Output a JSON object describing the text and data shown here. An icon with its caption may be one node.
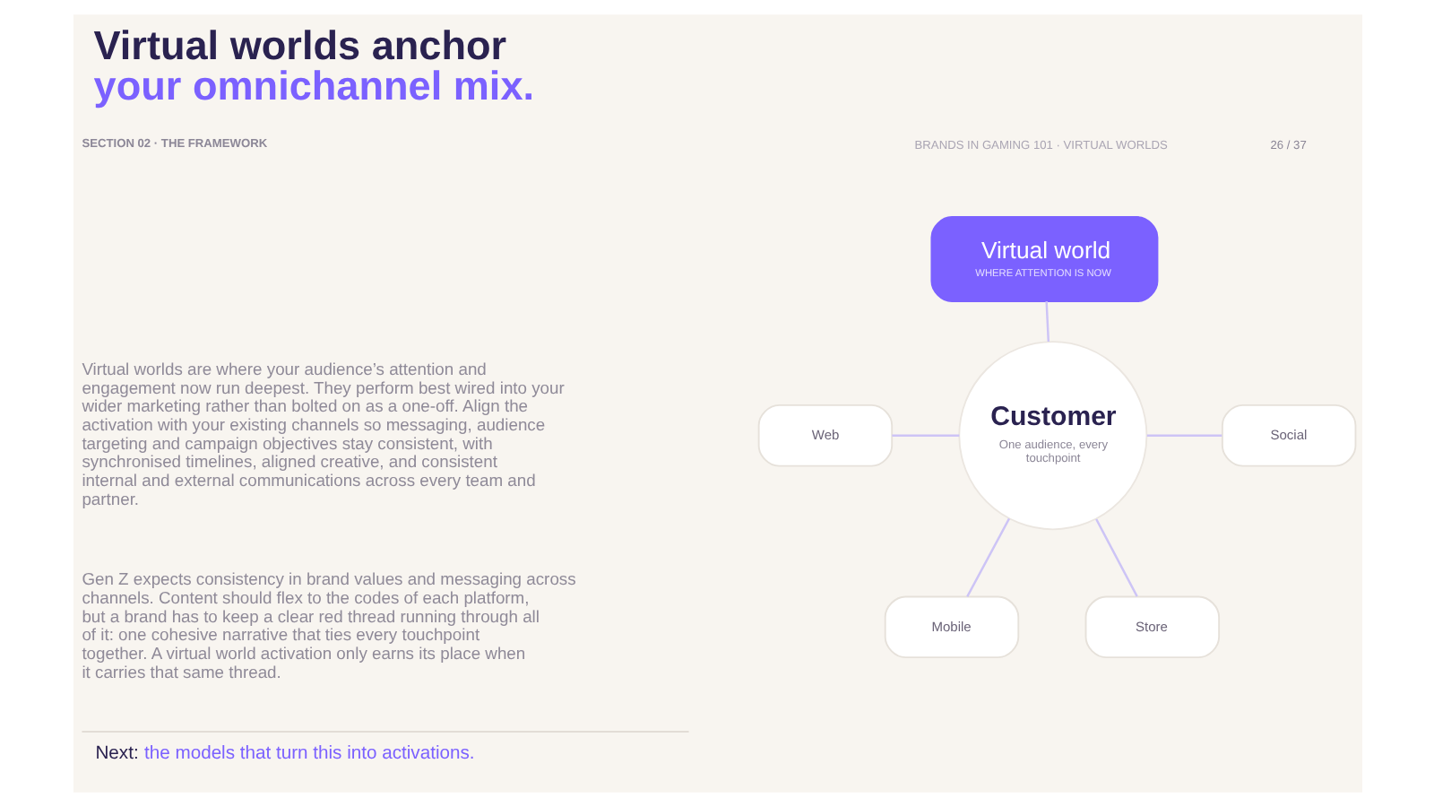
{
  "diagram": {
    "title": "Virtual worlds anchor your omnichannel mix.",
    "nodes": [
      {
        "text": [
          "Virtual world",
          "WHERE ATTENTION IS NOW"
        ]
      },
      {
        "text": [
          "Web"
        ]
      },
      {
        "text": [
          "Customer",
          "One audience, every touchpoint"
        ]
      },
      {
        "text": [
          "Social"
        ]
      },
      {
        "text": [
          "Mobile"
        ]
      },
      {
        "text": [
          "Store"
        ]
      }
    ],
    "edges": [
      {
        "from": 0,
        "to": 2,
        "arrow": "none"
      },
      {
        "from": 1,
        "to": 2,
        "arrow": "none"
      },
      {
        "from": 2,
        "to": 3,
        "arrow": "none"
      },
      {
        "from": 2,
        "to": 4,
        "arrow": "none"
      },
      {
        "from": 2,
        "to": 5,
        "arrow": "none"
      }
    ],
    "labels": [
      "SECTION 02 · THE FRAMEWORK",
      "BRANDS IN GAMING 101 · VIRTUAL WORLDS",
      "26 / 37",
      "Virtual worlds are where your audience’s attention and engagement now run deepest. They perform best wired into your wider marketing rather than bolted on as a one-off. Align the activation with your existing channels so messaging, audience targeting and campaign objectives stay consistent, with synchronised timelines, aligned creative, and consistent internal and external communications across every team and partner.",
      "Gen Z expects consistency in brand values and messaging across channels. Content should flex to the codes of each platform, but a brand has to keep a clear red thread running through all of it: one cohesive narrative that ties every touchpoint together. A virtual world activation only earns its place when it carries that same thread.",
      "Next: the models that turn this into activations."
    ]
  }
}
